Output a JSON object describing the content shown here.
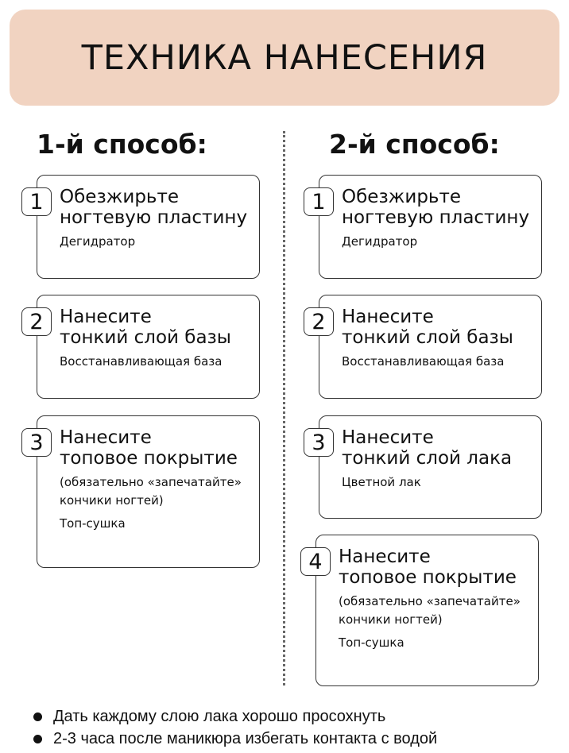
{
  "header": {
    "title": "ТЕХНИКА НАНЕСЕНИЯ"
  },
  "methods": [
    {
      "label": "1-й способ:",
      "steps": [
        {
          "num": "1",
          "title1": "Обезжирьте",
          "title2": "ногтевую пластину",
          "product": "Дегидратор"
        },
        {
          "num": "2",
          "title1": "Нанесите",
          "title2": "тонкий слой базы",
          "product": "Восстанавливающая база"
        },
        {
          "num": "3",
          "title1": "Нанесите",
          "title2": "топовое покрытие",
          "note": "(обязательно «запечатайте» кончики ногтей)",
          "product": "Топ-сушка"
        }
      ]
    },
    {
      "label": "2-й способ:",
      "steps": [
        {
          "num": "1",
          "title1": "Обезжирьте",
          "title2": "ногтевую пластину",
          "product": "Дегидратор"
        },
        {
          "num": "2",
          "title1": "Нанесите",
          "title2": "тонкий слой базы",
          "product": "Восстанавливающая база"
        },
        {
          "num": "3",
          "title1": "Нанесите",
          "title2": "тонкий слой лака",
          "product": "Цветной лак"
        },
        {
          "num": "4",
          "title1": "Нанесите",
          "title2": "топовое покрытие",
          "note": "(обязательно «запечатайте» кончики ногтей)",
          "product": "Топ-сушка"
        }
      ]
    }
  ],
  "tips": [
    "Дать каждому слою лака хорошо просохнуть",
    "2-3 часа после маникюра избегать контакта с водой"
  ],
  "colors": {
    "header_bg": "#f1d3c1"
  }
}
